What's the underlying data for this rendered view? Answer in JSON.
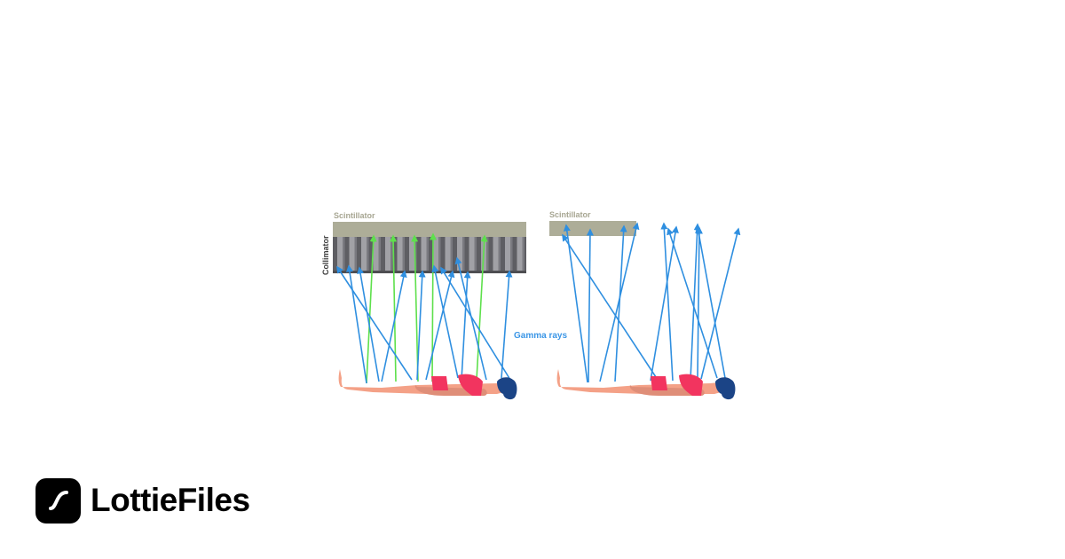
{
  "diagram": {
    "left_panel": {
      "scintillator_label": "Scintillator",
      "collimator_label": "Collimator"
    },
    "right_panel": {
      "scintillator_label": "Scintillator"
    },
    "center_label": "Gamma rays"
  },
  "colors": {
    "scintillator": "#adad98",
    "collimator_dark": "#5e5e63",
    "collimator_light": "#a1a1a6",
    "gamma_blue": "#2f8fe0",
    "accepted_green": "#5ee04c",
    "skin": "#f4a187",
    "skin_dark": "#df8e78",
    "swimsuit": "#f2345f",
    "hair": "#1b4486",
    "label_gray": "#a7a692",
    "label_blue": "#3b96e6"
  },
  "brand": {
    "name": "LottieFiles",
    "logo_icon": "lottie-curve-icon"
  }
}
